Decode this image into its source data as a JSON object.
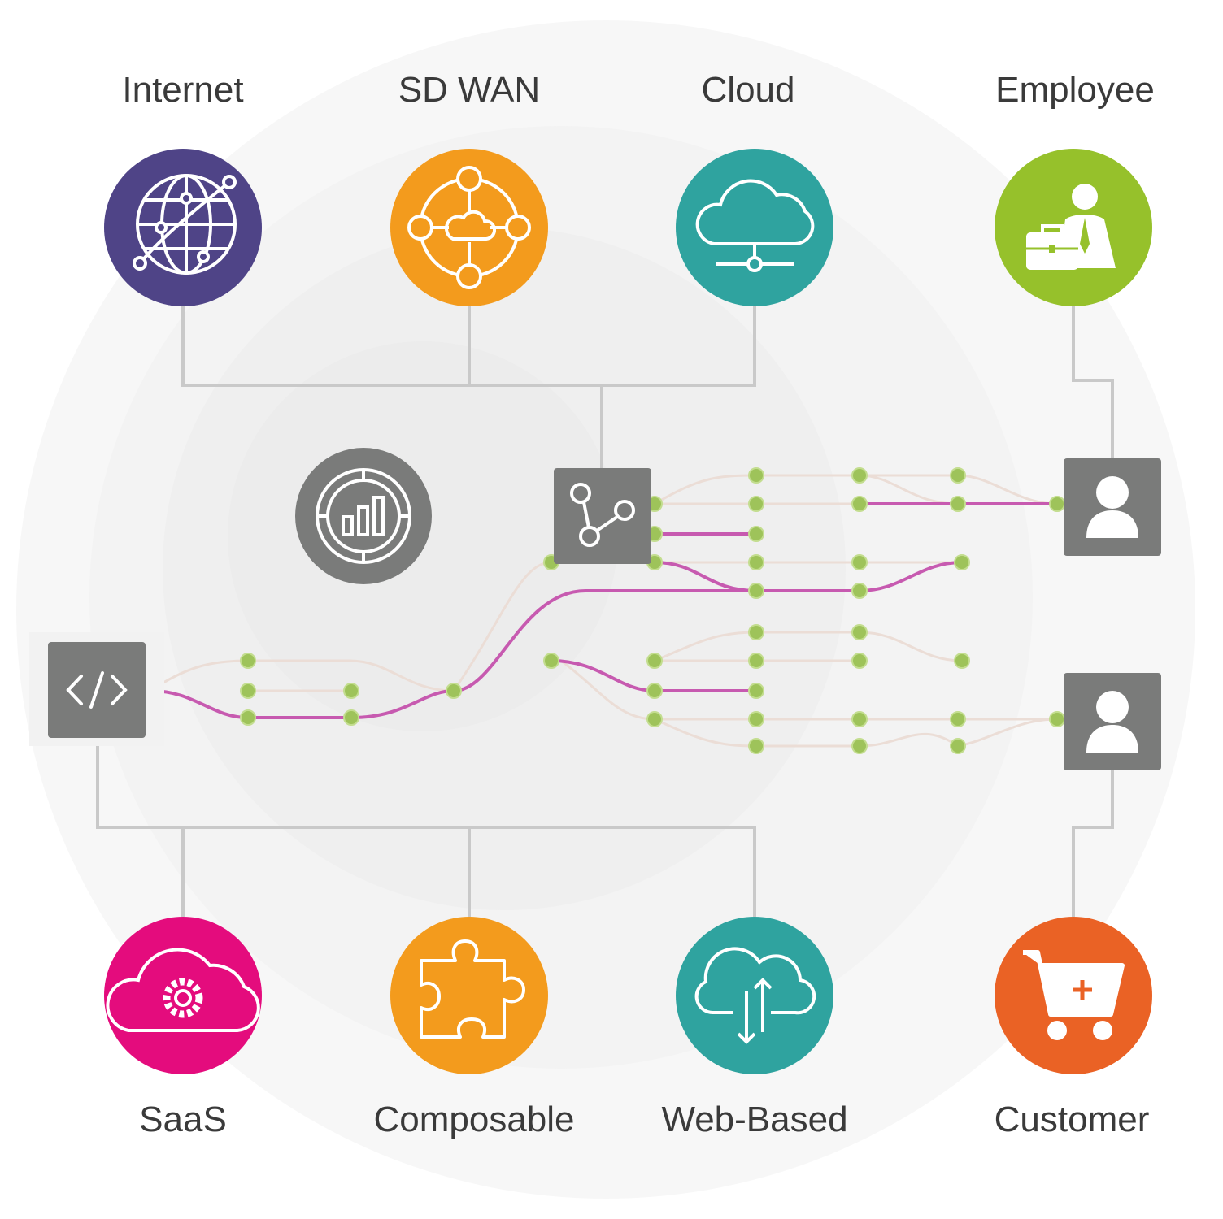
{
  "top_nodes": [
    {
      "label": "Internet",
      "icon": "globe-icon",
      "color": "#4f4487"
    },
    {
      "label": "SD WAN",
      "icon": "network-hub-icon",
      "color": "#f39b1d"
    },
    {
      "label": "Cloud",
      "icon": "cloud-network-icon",
      "color": "#2fa39f"
    },
    {
      "label": "Employee",
      "icon": "employee-briefcase-icon",
      "color": "#96c12b"
    }
  ],
  "bottom_nodes": [
    {
      "label": "SaaS",
      "icon": "cloud-gear-icon",
      "color": "#e40c7d"
    },
    {
      "label": "Composable",
      "icon": "puzzle-piece-icon",
      "color": "#f39b1d"
    },
    {
      "label": "Web-Based",
      "icon": "cloud-transfer-icon",
      "color": "#2fa39f"
    },
    {
      "label": "Customer",
      "icon": "shopping-cart-icon",
      "color": "#ea6225"
    }
  ],
  "center_nodes": [
    {
      "icon": "analytics-chart-icon"
    },
    {
      "icon": "branch-merge-icon"
    },
    {
      "icon": "code-icon"
    },
    {
      "icon": "user-icon"
    },
    {
      "icon": "user-icon"
    }
  ],
  "colors": {
    "node_gray": "#7a7b7a",
    "connector": "#c9c9c9",
    "dot": "#9ec35a",
    "highlight_line": "#c75ab0",
    "faint_line": "#ebd9d3",
    "label_text": "#3a3a3a"
  }
}
